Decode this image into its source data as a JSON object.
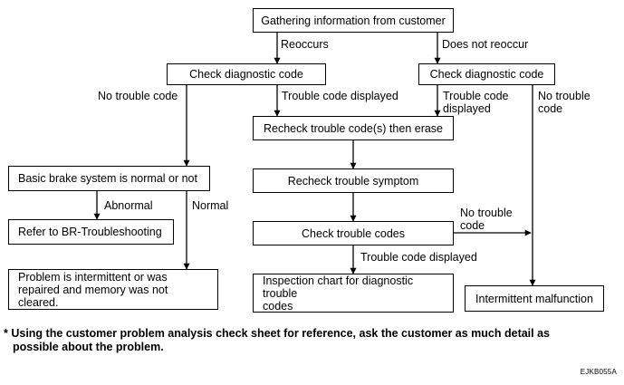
{
  "nodes": {
    "gather": "Gathering information from customer",
    "check_left": "Check diagnostic code",
    "check_right": "Check diagnostic code",
    "recheck_codes": "Recheck trouble code(s) then erase",
    "basic_brake": "Basic brake system is normal or not",
    "recheck_symptom": "Recheck trouble symptom",
    "refer": "Refer to BR-Troubleshooting",
    "check_codes": "Check trouble codes",
    "problem": [
      "Problem is intermittent or was",
      "repaired and memory was not cleared."
    ],
    "inspection": [
      "Inspection chart for diagnostic trouble",
      "codes"
    ],
    "intermittent": "Intermittent malfunction"
  },
  "edges": {
    "reoccurs": "Reoccurs",
    "does_not_reoccur": "Does not reoccur",
    "no_trouble_code_left": "No trouble code",
    "trouble_code_displayed_left": "Trouble code displayed",
    "trouble_code_displayed_right": [
      "Trouble code",
      "displayed"
    ],
    "no_trouble_code_right": [
      "No trouble",
      "code"
    ],
    "abnormal": "Abnormal",
    "normal": "Normal",
    "no_trouble_code_mid": [
      "No trouble",
      "code"
    ],
    "trouble_code_displayed_bottom": "Trouble code displayed"
  },
  "footnote": [
    "* Using the customer problem analysis check sheet for reference, ask the customer as much detail as",
    "possible about the problem."
  ],
  "figure_code": "EJKB055A"
}
